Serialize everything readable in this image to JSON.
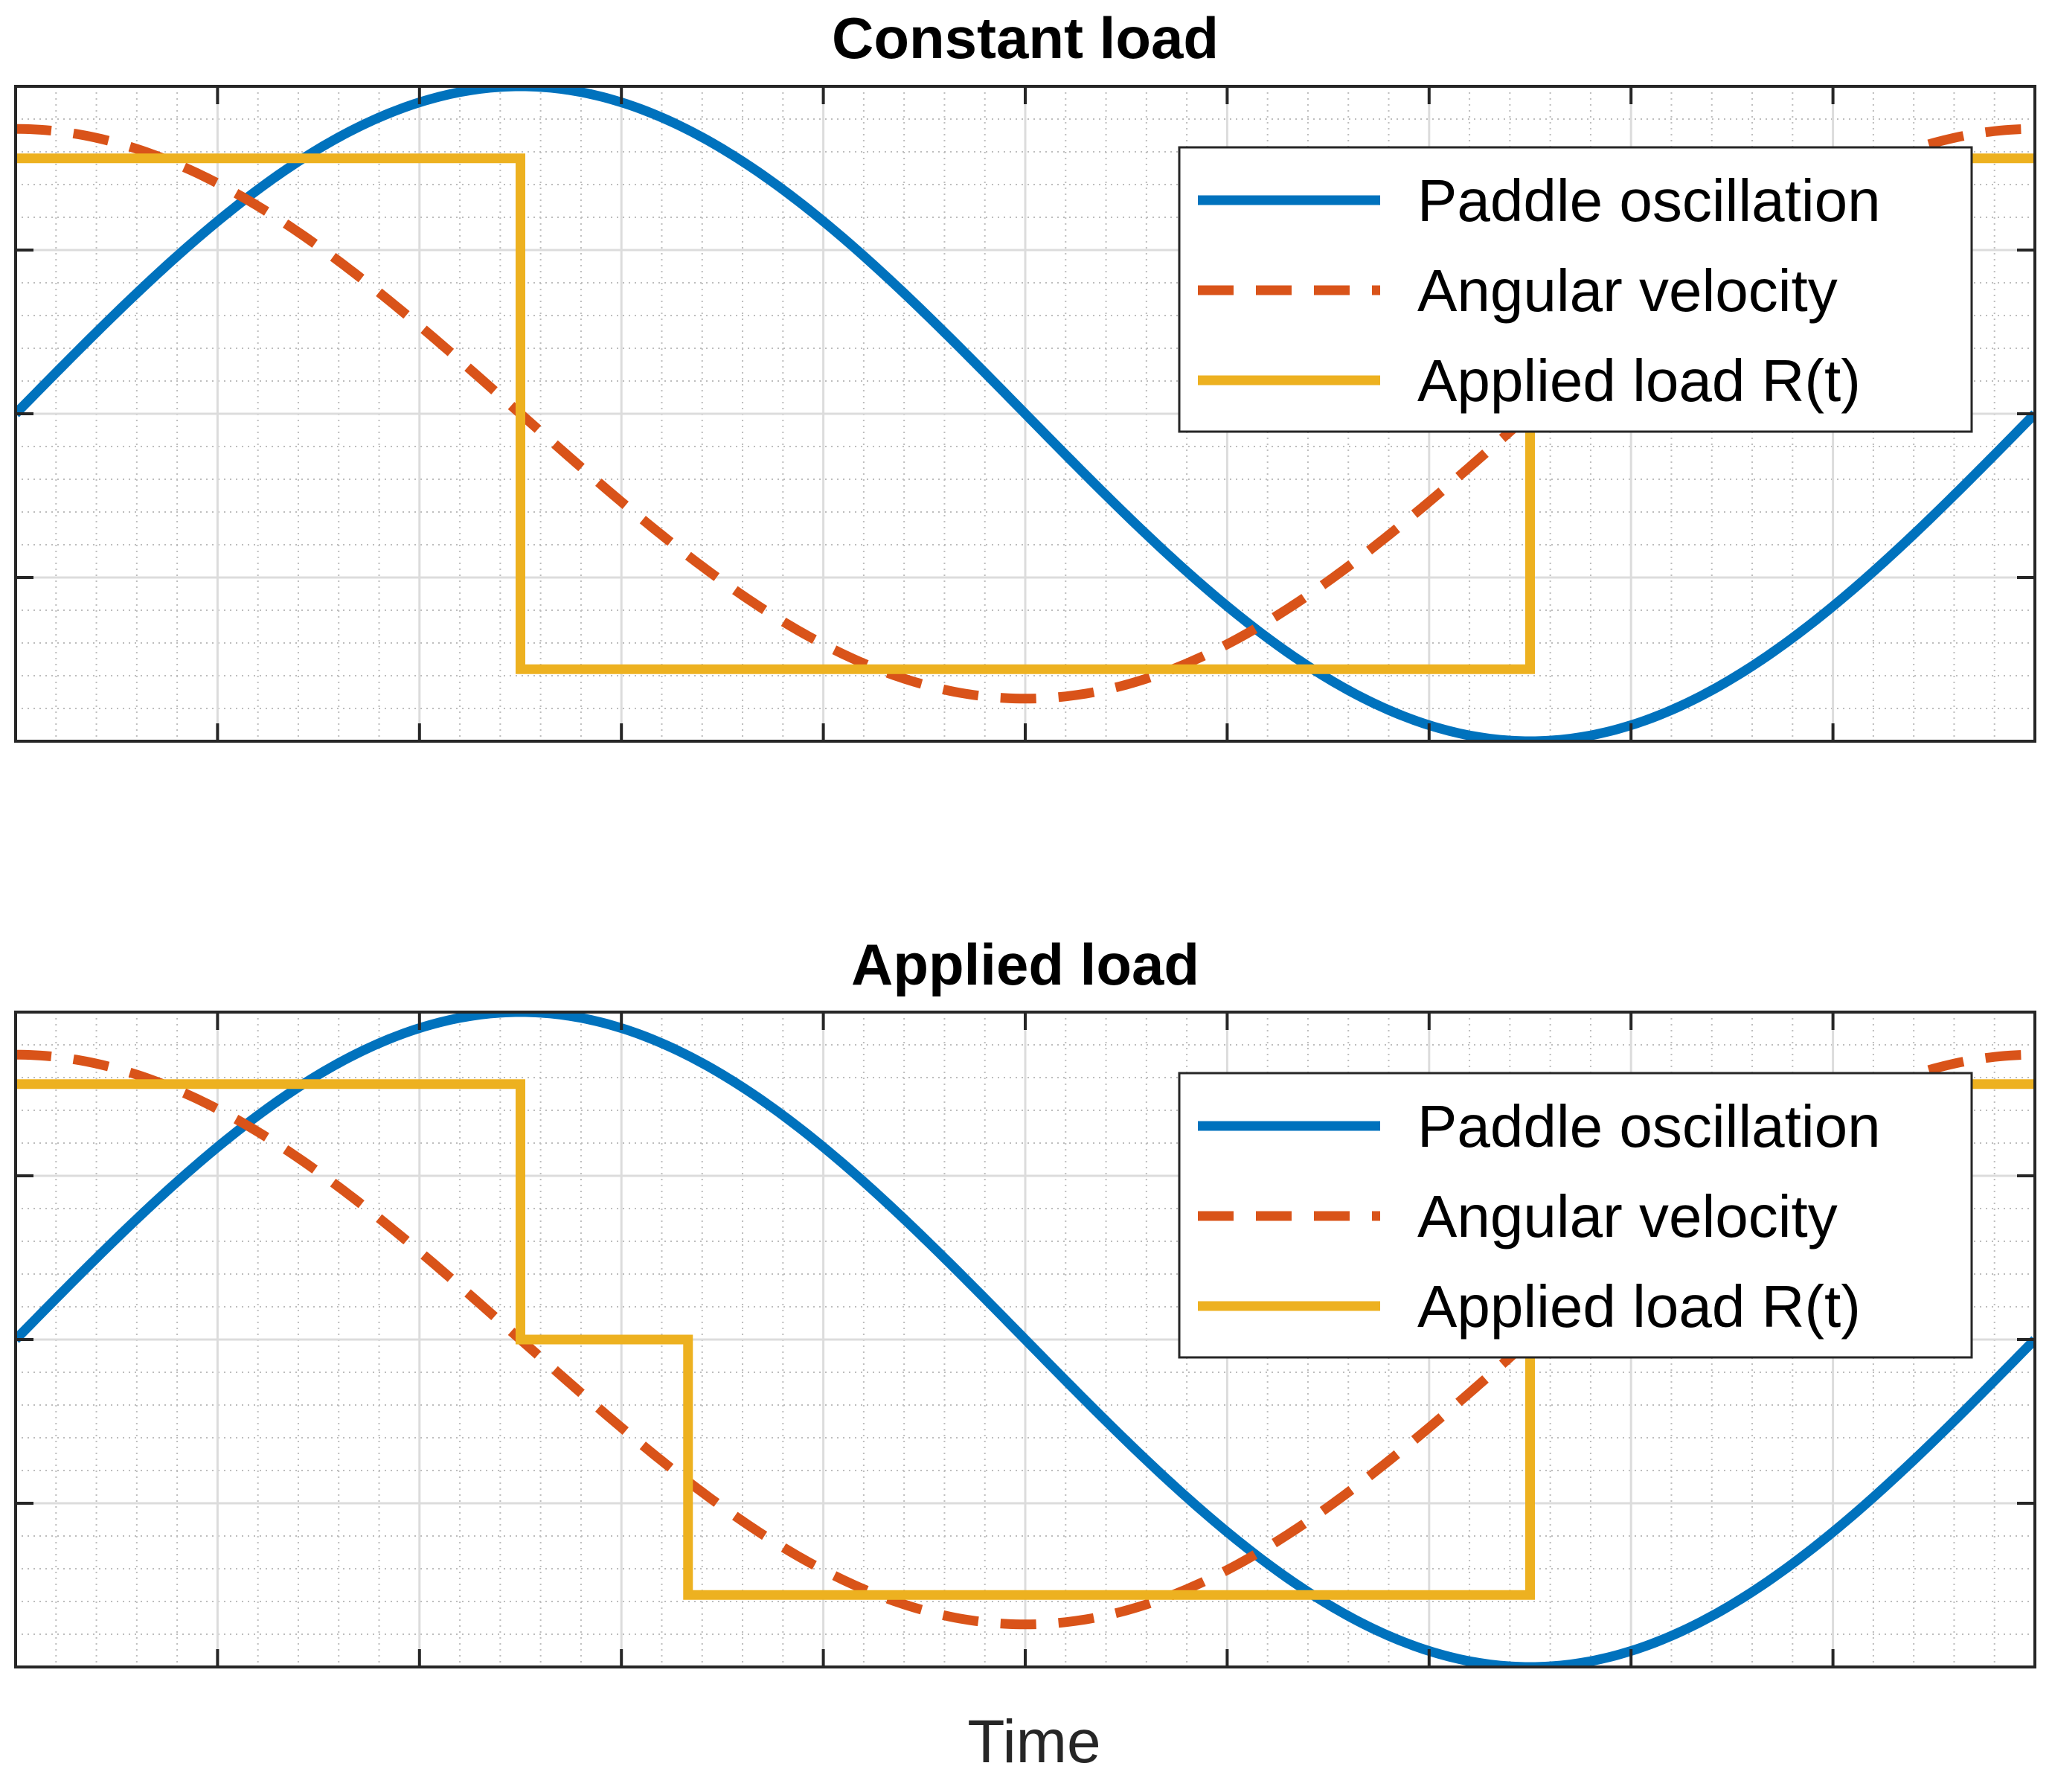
{
  "chart_data": [
    {
      "type": "line",
      "title": "Constant load",
      "xlabel": "",
      "ylabel": "",
      "xlim": [
        0,
        1
      ],
      "ylim": [
        -1,
        1
      ],
      "grid": true,
      "minor_grid": true,
      "legend_position": "top-right",
      "series": [
        {
          "name": "Paddle oscillation",
          "color": "#0072BD",
          "style": "solid",
          "x": [
            0,
            0.05,
            0.1,
            0.15,
            0.2,
            0.25,
            0.3,
            0.35,
            0.4,
            0.45,
            0.5,
            0.55,
            0.6,
            0.65,
            0.7,
            0.75,
            0.8,
            0.85,
            0.9,
            0.95,
            1.0
          ],
          "y": [
            0,
            0.309,
            0.588,
            0.809,
            0.951,
            1.0,
            0.951,
            0.809,
            0.588,
            0.309,
            0,
            -0.309,
            -0.588,
            -0.809,
            -0.951,
            -1.0,
            -0.951,
            -0.809,
            -0.588,
            -0.309,
            0
          ]
        },
        {
          "name": "Angular velocity",
          "color": "#D95319",
          "style": "dashed",
          "x": [
            0,
            0.05,
            0.1,
            0.15,
            0.2,
            0.25,
            0.3,
            0.35,
            0.4,
            0.45,
            0.5,
            0.55,
            0.6,
            0.65,
            0.7,
            0.75,
            0.8,
            0.85,
            0.9,
            0.95,
            1.0
          ],
          "y": [
            0.87,
            0.827,
            0.704,
            0.512,
            0.269,
            0,
            -0.269,
            -0.512,
            -0.704,
            -0.827,
            -0.87,
            -0.827,
            -0.704,
            -0.512,
            -0.269,
            0,
            0.269,
            0.512,
            0.704,
            0.827,
            0.87
          ]
        },
        {
          "name": "Applied load R(t)",
          "color": "#EDB120",
          "style": "solid",
          "x": [
            0,
            0.25,
            0.25,
            0.75,
            0.75,
            1.0
          ],
          "y": [
            0.78,
            0.78,
            -0.78,
            -0.78,
            0.78,
            0.78
          ]
        }
      ]
    },
    {
      "type": "line",
      "title": "Applied load",
      "xlabel": "Time",
      "ylabel": "",
      "xlim": [
        0,
        1
      ],
      "ylim": [
        -1,
        1
      ],
      "grid": true,
      "minor_grid": true,
      "legend_position": "top-right",
      "series": [
        {
          "name": "Paddle oscillation",
          "color": "#0072BD",
          "style": "solid",
          "x": [
            0,
            0.05,
            0.1,
            0.15,
            0.2,
            0.25,
            0.3,
            0.35,
            0.4,
            0.45,
            0.5,
            0.55,
            0.6,
            0.65,
            0.7,
            0.75,
            0.8,
            0.85,
            0.9,
            0.95,
            1.0
          ],
          "y": [
            0,
            0.309,
            0.588,
            0.809,
            0.951,
            1.0,
            0.951,
            0.809,
            0.588,
            0.309,
            0,
            -0.309,
            -0.588,
            -0.809,
            -0.951,
            -1.0,
            -0.951,
            -0.809,
            -0.588,
            -0.309,
            0
          ]
        },
        {
          "name": "Angular velocity",
          "color": "#D95319",
          "style": "dashed",
          "x": [
            0,
            0.05,
            0.1,
            0.15,
            0.2,
            0.25,
            0.3,
            0.35,
            0.4,
            0.45,
            0.5,
            0.55,
            0.6,
            0.65,
            0.7,
            0.75,
            0.8,
            0.85,
            0.9,
            0.95,
            1.0
          ],
          "y": [
            0.87,
            0.827,
            0.704,
            0.512,
            0.269,
            0,
            -0.269,
            -0.512,
            -0.704,
            -0.827,
            -0.87,
            -0.827,
            -0.704,
            -0.512,
            -0.269,
            0,
            0.269,
            0.512,
            0.704,
            0.827,
            0.87
          ]
        },
        {
          "name": "Applied load R(t)",
          "color": "#EDB120",
          "style": "solid",
          "x": [
            0,
            0.25,
            0.25,
            0.333,
            0.333,
            0.75,
            0.75,
            1.0
          ],
          "y": [
            0.78,
            0.78,
            0,
            0,
            -0.78,
            -0.78,
            0.78,
            0.78
          ]
        }
      ]
    }
  ]
}
